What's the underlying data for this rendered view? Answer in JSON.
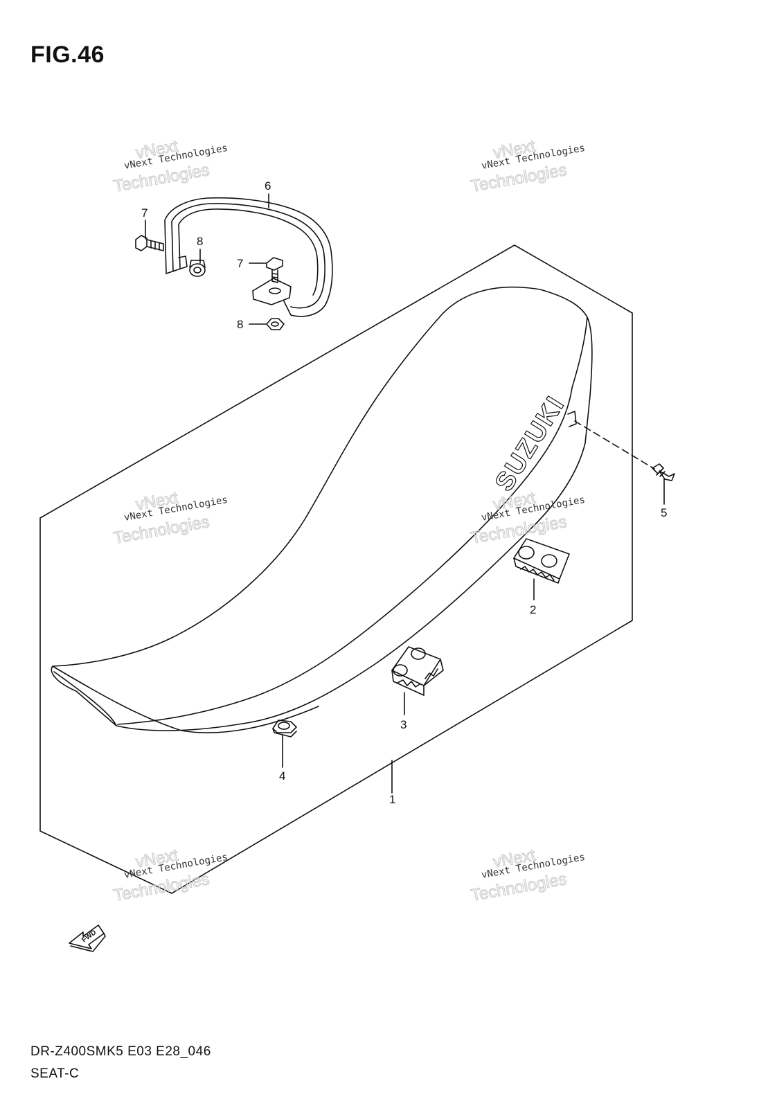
{
  "figure": {
    "title": "FIG.46"
  },
  "callouts": {
    "seat": "1",
    "cushion_front": "2",
    "cushion_rear": "3",
    "cushion_small": "4",
    "seat_bolt": "5",
    "seat_strap": "6",
    "strap_bolt_left": "7",
    "strap_bolt_right": "7",
    "strap_nut_left": "8",
    "strap_nut_right": "8"
  },
  "seat_logo": "SUZUKI",
  "fwd_label": "FWD",
  "watermark": {
    "line1": "vNext Technologies",
    "line2": "vNext",
    "line3": "Technologies"
  },
  "footer": {
    "code": "DR-Z400SMK5 E03 E28_046",
    "section": "SEAT-C"
  },
  "colors": {
    "line": "#111111",
    "watermark": "#cfcfcf"
  }
}
